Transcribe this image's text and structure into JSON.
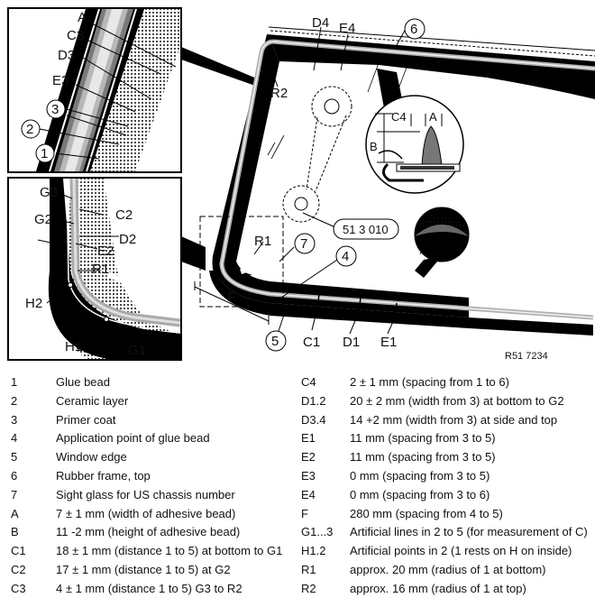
{
  "figure": {
    "callouts": {
      "A": "A",
      "C3": "C3",
      "D3": "D3",
      "E3": "E3",
      "n1": "1",
      "n2": "2",
      "n3": "3",
      "G3": "G3",
      "C2": "C2",
      "G2": "G2",
      "D2": "D2",
      "E2": "E2",
      "R1": "R1",
      "H2": "H2",
      "H1": "H1",
      "G1": "G1",
      "D4": "D4",
      "E4": "E4",
      "n6": "6",
      "R2": "R2",
      "C4": "C4",
      "A_det": "A",
      "B": "B",
      "part_no": "51 3 010",
      "R1_main": "R1",
      "n7": "7",
      "n4": "4",
      "F": "F",
      "n5": "5",
      "C1": "C1",
      "D1": "D1",
      "E1": "E1",
      "ref": "R51 7234"
    }
  },
  "legend": {
    "left": [
      {
        "key": "1",
        "text": "Glue bead"
      },
      {
        "key": "2",
        "text": "Ceramic layer"
      },
      {
        "key": "3",
        "text": "Primer coat"
      },
      {
        "key": "4",
        "text": "Application point of glue bead"
      },
      {
        "key": "5",
        "text": "Window edge"
      },
      {
        "key": "6",
        "text": "Rubber frame, top"
      },
      {
        "key": "7",
        "text": "Sight glass for US chassis number"
      },
      {
        "key": "A",
        "text": "7 ± 1 mm (width of adhesive bead)"
      },
      {
        "key": "B",
        "text": "11 -2 mm (height of adhesive bead)"
      },
      {
        "key": "C1",
        "text": "18 ± 1 mm (distance 1 to 5) at bottom to G1"
      },
      {
        "key": "C2",
        "text": "17 ± 1 mm (distance 1 to 5) at G2"
      },
      {
        "key": "C3",
        "text": "4 ± 1 mm (distance 1 to 5) G3 to R2"
      }
    ],
    "right": [
      {
        "key": "C4",
        "text": "2 ± 1 mm (spacing from 1 to 6)"
      },
      {
        "key": "D1.2",
        "text": "20 ± 2 mm (width from 3) at bottom to G2"
      },
      {
        "key": "D3.4",
        "text": "14 +2 mm (width from 3) at side and top"
      },
      {
        "key": "E1",
        "text": "11 mm (spacing from 3 to 5)"
      },
      {
        "key": "E2",
        "text": "11 mm (spacing from 3 to 5)"
      },
      {
        "key": "E3",
        "text": "0 mm (spacing from 3 to 5)"
      },
      {
        "key": "E4",
        "text": "0 mm (spacing from 3 to 6)"
      },
      {
        "key": "F",
        "text": "280 mm (spacing from 4 to 5)"
      },
      {
        "key": "G1...3",
        "text": "Artificial lines in 2 to 5 (for measurement of C)"
      },
      {
        "key": "H1.2",
        "text": "Artificial points in 2 (1 rests on H on inside)"
      },
      {
        "key": "R1",
        "text": "approx. 20 mm (radius of 1 at bottom)"
      },
      {
        "key": "R2",
        "text": "approx. 16 mm (radius of 1 at top)"
      }
    ]
  }
}
